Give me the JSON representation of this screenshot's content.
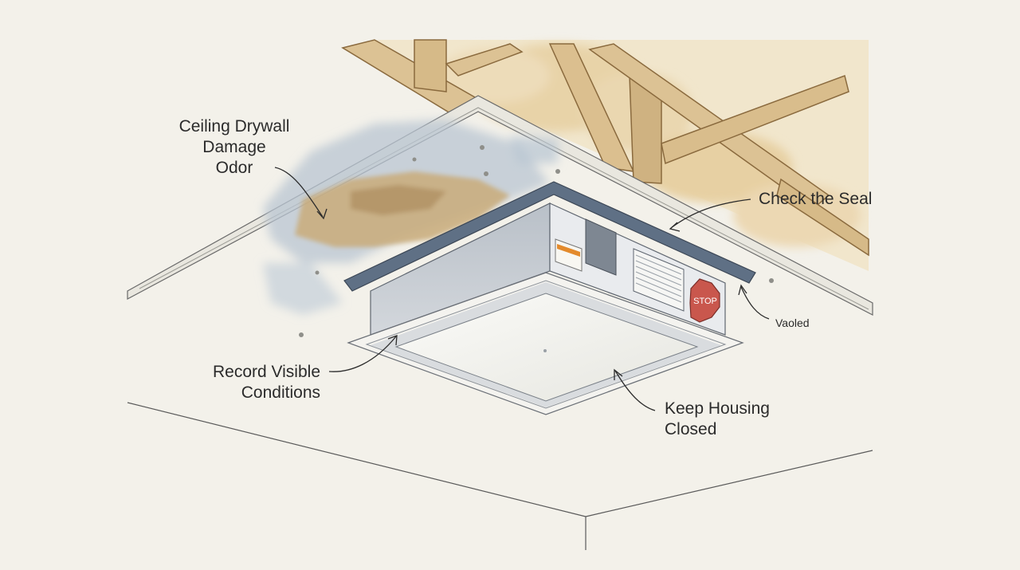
{
  "callouts": {
    "drywall": {
      "lines": [
        "Ceiling Drywall",
        "Damage",
        "Odor"
      ]
    },
    "seal": {
      "text": "Check the Seal"
    },
    "vaoled": {
      "text": "Vaoled"
    },
    "record": {
      "lines": [
        "Record Visible",
        "Conditions"
      ]
    },
    "keep": {
      "lines": [
        "Keep Housing",
        "Closed"
      ]
    }
  },
  "sign": {
    "text": "STOP"
  },
  "colors": {
    "background": "#f3f1ea",
    "lumber": "#d9bf92",
    "insulation": "#ead7b0",
    "housing_trim": "#5f7085",
    "housing_body": "#c7ccd3",
    "water_stain": "#c9ab7a",
    "stop_sign": "#c9574d"
  }
}
